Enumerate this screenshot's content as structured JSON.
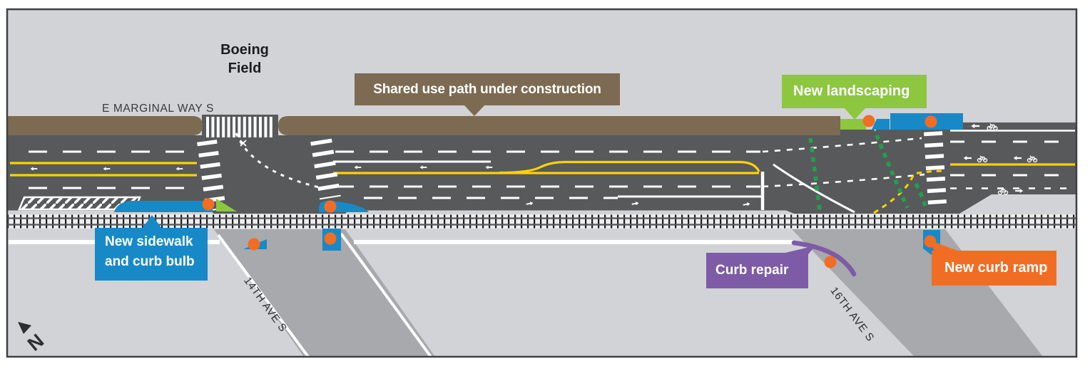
{
  "labels": {
    "boeing_field": "Boeing Field",
    "e_marginal": "E MARGINAL WAY S",
    "ave_14": "14TH AVE S",
    "ave_16": "16TH AVE S",
    "compass": "N"
  },
  "callouts": {
    "shared_path": {
      "label": "Shared use path under construction",
      "color": "#7c6a52"
    },
    "landscaping": {
      "label": "New landscaping",
      "color": "#8dc63f"
    },
    "sidewalk_bulb": {
      "label": "New sidewalk and curb bulb",
      "color": "#1789c7"
    },
    "curb_repair": {
      "label": "Curb repair",
      "color": "#7d5ba6"
    },
    "curb_ramp": {
      "label": "New curb ramp",
      "color": "#f26d24"
    }
  },
  "markers": {
    "work_location_dot_color": "#f26d24",
    "work_location_dot_count": 8
  },
  "palette": {
    "land": "#d2d3d6",
    "road": "#58595b",
    "side_street": "#a7a9ac",
    "shared_path_brown": "#7c6a52",
    "centerline_yellow": "#ffd200",
    "crossbike_green": "#21a04b",
    "new_sidewalk_blue": "#1789c7",
    "curb_repair_purple": "#7d5ba6",
    "marker_orange": "#f26d24"
  }
}
